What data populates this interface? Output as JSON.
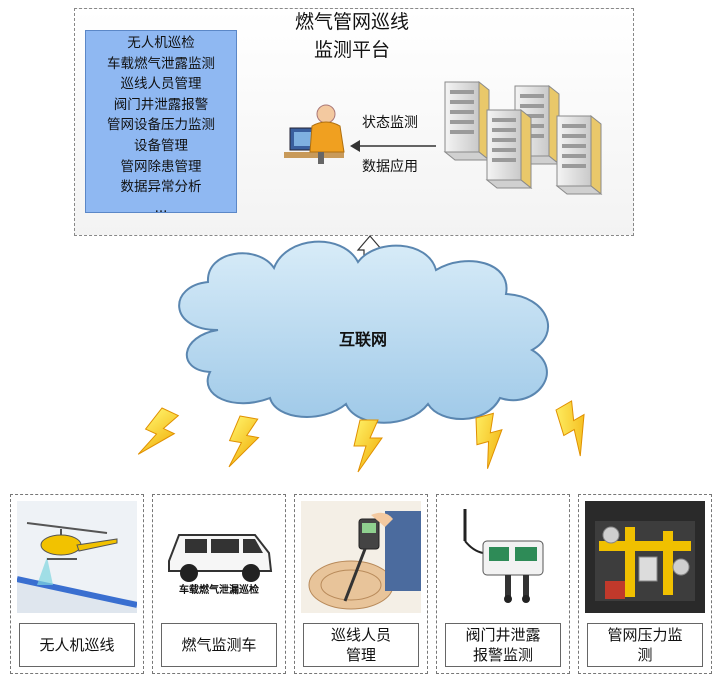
{
  "platform": {
    "title_line1": "燃气管网巡线",
    "title_line2": "监测平台",
    "functions": [
      "无人机巡检",
      "车载燃气泄露监测",
      "巡线人员管理",
      "阀门井泄露报警",
      "管网设备压力监测",
      "设备管理",
      "管网除患管理",
      "数据异常分析",
      "..."
    ],
    "arrow_label_1": "状态监测",
    "arrow_label_2": "数据应用"
  },
  "cloud": {
    "label": "互联网"
  },
  "devices": [
    {
      "label_line1": "无人机巡线",
      "label_line2": ""
    },
    {
      "label_line1": "燃气监测车",
      "label_line2": "",
      "image_caption": "车载燃气泄漏巡检"
    },
    {
      "label_line1": "巡线人员",
      "label_line2": "管理"
    },
    {
      "label_line1": "阀门井泄露",
      "label_line2": "报警监测"
    },
    {
      "label_line1": "管网压力监",
      "label_line2": "测"
    }
  ]
}
